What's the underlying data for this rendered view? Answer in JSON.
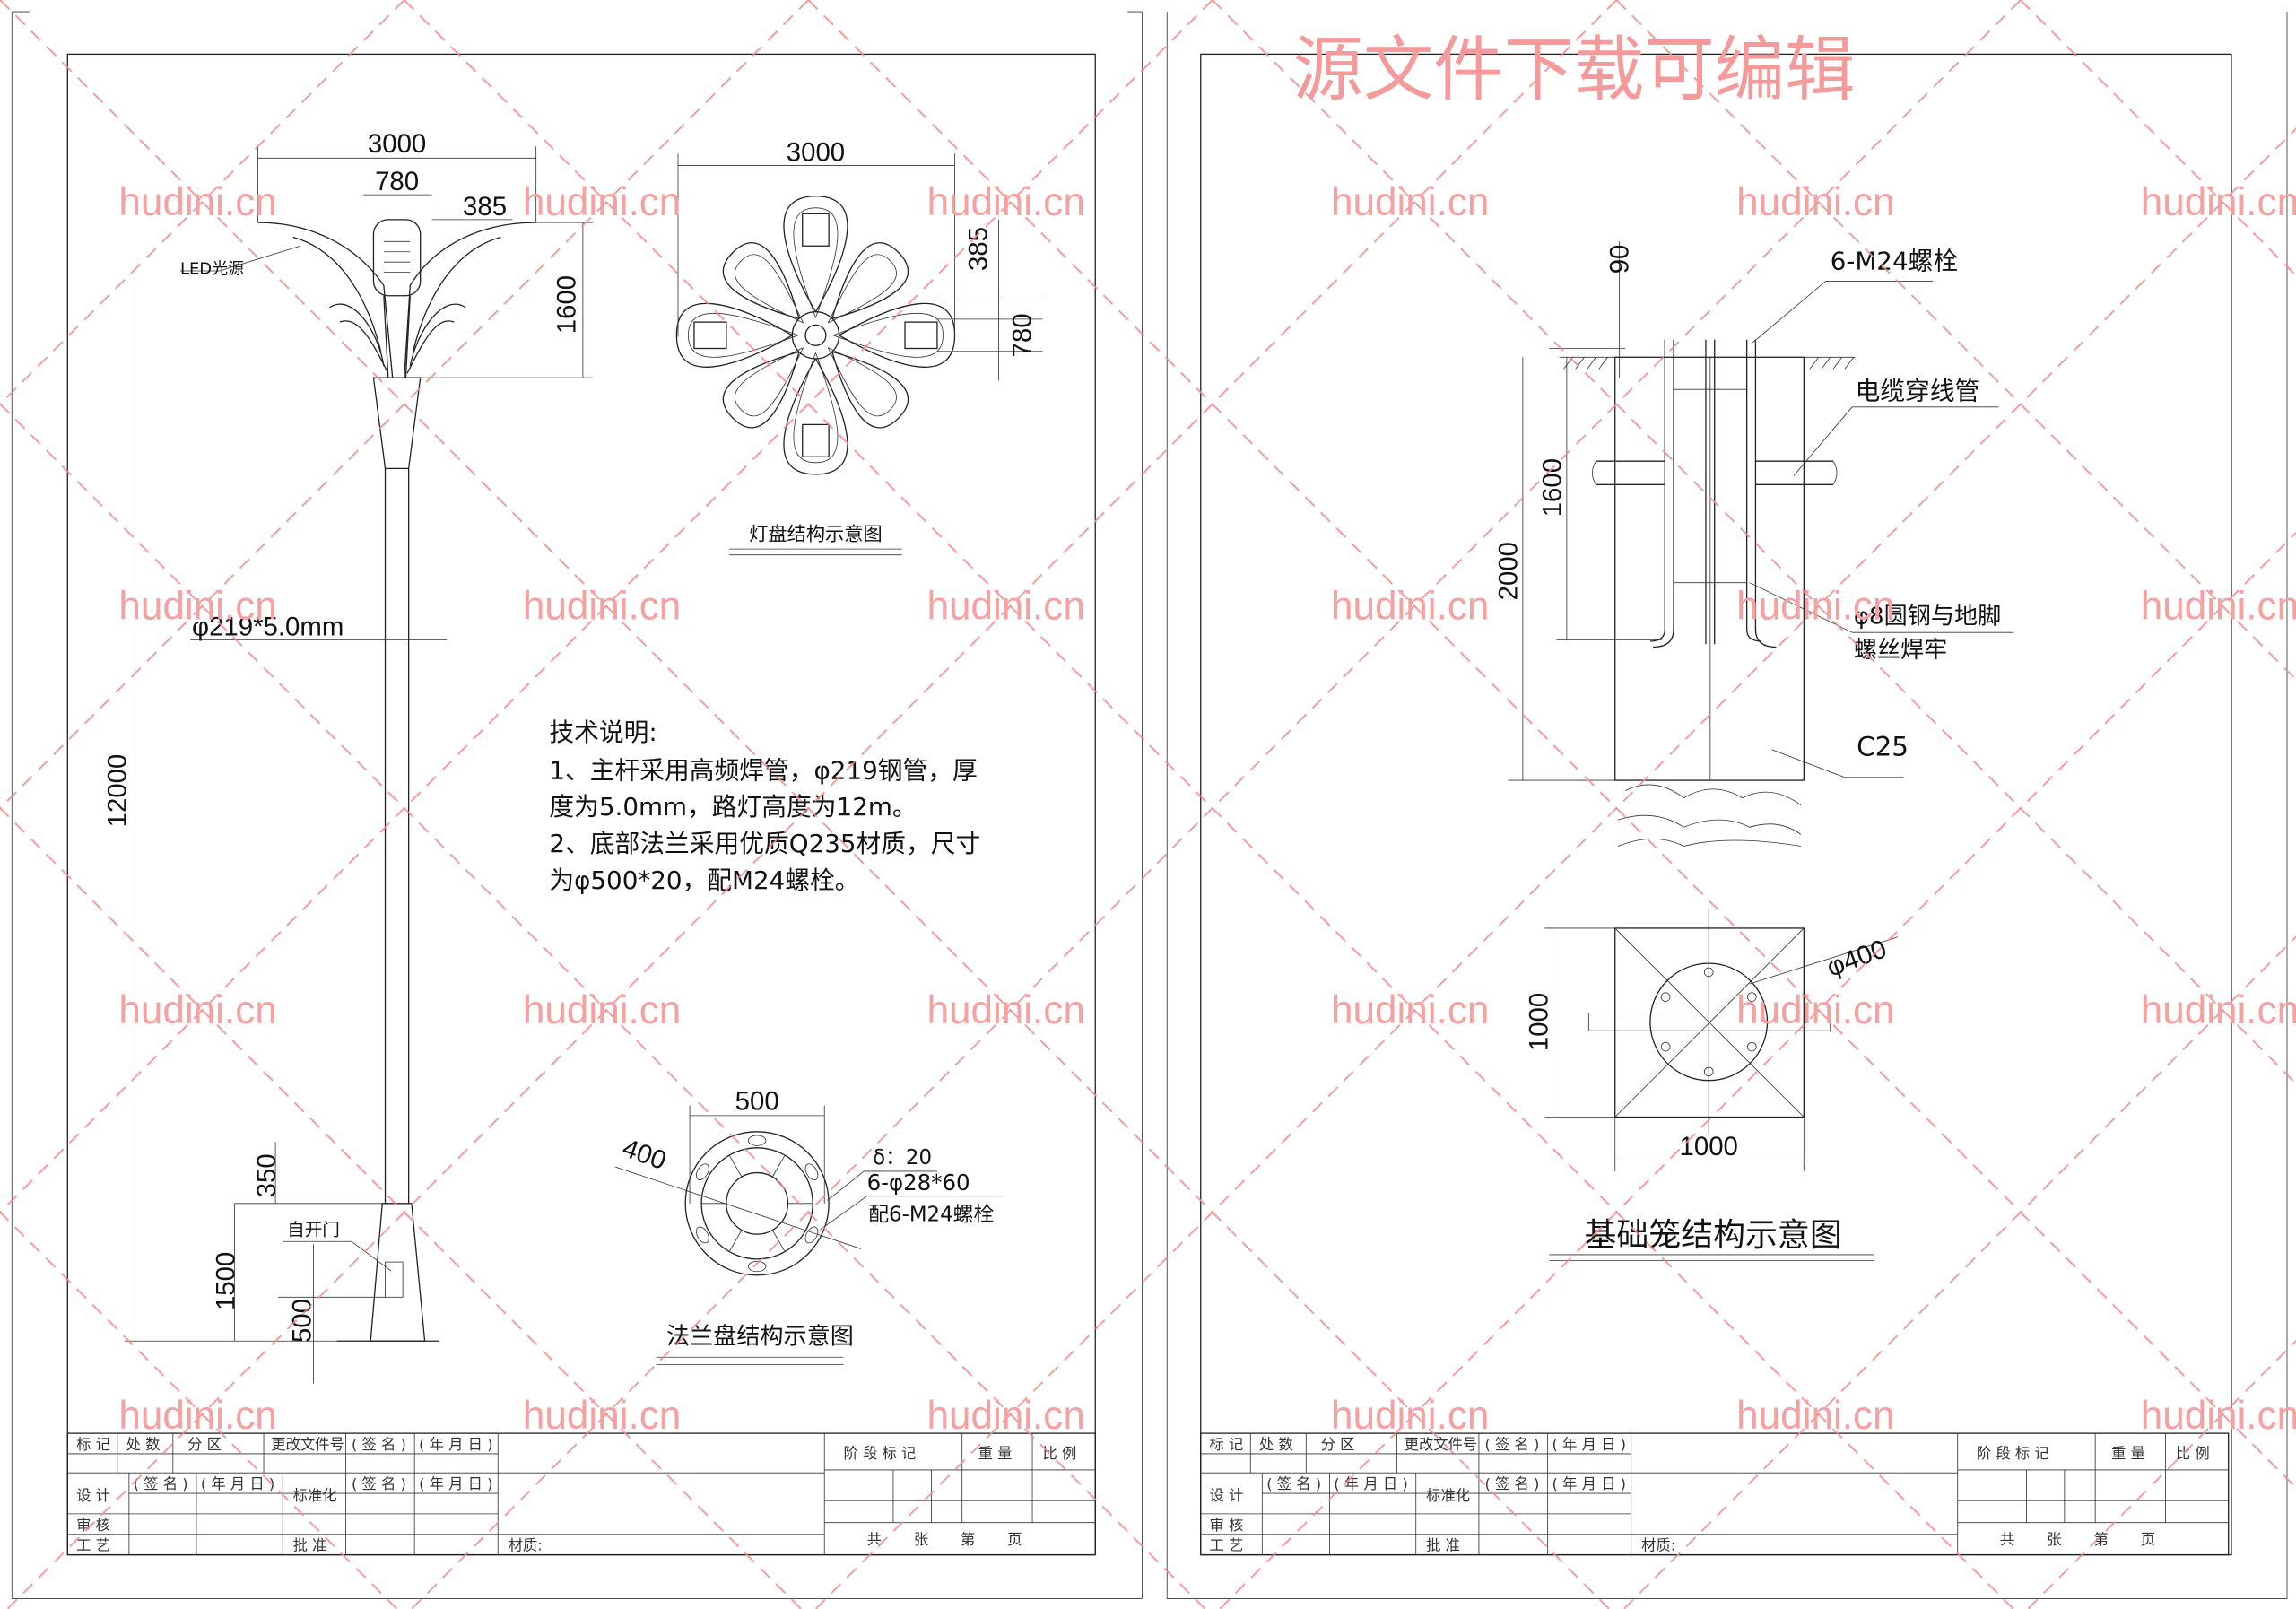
{
  "watermark": {
    "text": "hudini.cn",
    "banner": "源文件下载可编辑",
    "color": "#f28b8b"
  },
  "pole_elevation": {
    "dim_top_width": "3000",
    "dim_head_width": "780",
    "dim_arm_offset": "385",
    "dim_head_height": "1600",
    "led_label": "LED光源",
    "pipe_label": "φ219*5.0mm",
    "dim_total_height": "12000",
    "dim_350": "350",
    "dim_1500": "1500",
    "dim_500": "500",
    "door_label": "自开门"
  },
  "lamp_plan": {
    "dim_width": "3000",
    "dim_385": "385",
    "dim_780": "780",
    "caption": "灯盘结构示意图"
  },
  "notes": {
    "title": "技术说明:",
    "lines": [
      "1、主杆采用高频焊管，φ219钢管，厚",
      "度为5.0mm，路灯高度为12m。",
      "2、底部法兰采用优质Q235材质，尺寸",
      "为φ500*20，配M24螺栓。"
    ]
  },
  "flange": {
    "dim_outer": "500",
    "dim_bolt_circle": "400",
    "thickness": "δ：20",
    "holes": "6-φ28*60",
    "bolts": "配6-M24螺栓",
    "caption": "法兰盘结构示意图"
  },
  "foundation": {
    "dim_90": "90",
    "dim_1600": "1600",
    "dim_2000": "2000",
    "bolts_label": "6-M24螺栓",
    "conduit_label": "电缆穿线管",
    "rebar_label_1": "φ8圆钢与地脚",
    "rebar_label_2": "螺丝焊牢",
    "concrete_label": "C25",
    "plan_dim_height": "1000",
    "plan_dim_width": "1000",
    "plan_dim_circle": "φ400",
    "caption": "基础笼结构示意图"
  },
  "title_block": {
    "mark": "标 记",
    "count": "处 数",
    "zone": "分 区",
    "change_doc": "更改文件号",
    "sign": "( 签 名 )",
    "date": "( 年 月 日 )",
    "design": "设 计",
    "standard": "标准化",
    "review": "审 核",
    "process": "工 艺",
    "approve": "批 准",
    "material": "材质:",
    "stage_mark": "阶 段 标 记",
    "weight": "重 量",
    "scale": "比 例",
    "total": "共",
    "sheets": "张",
    "nth": "第",
    "page": "页"
  }
}
